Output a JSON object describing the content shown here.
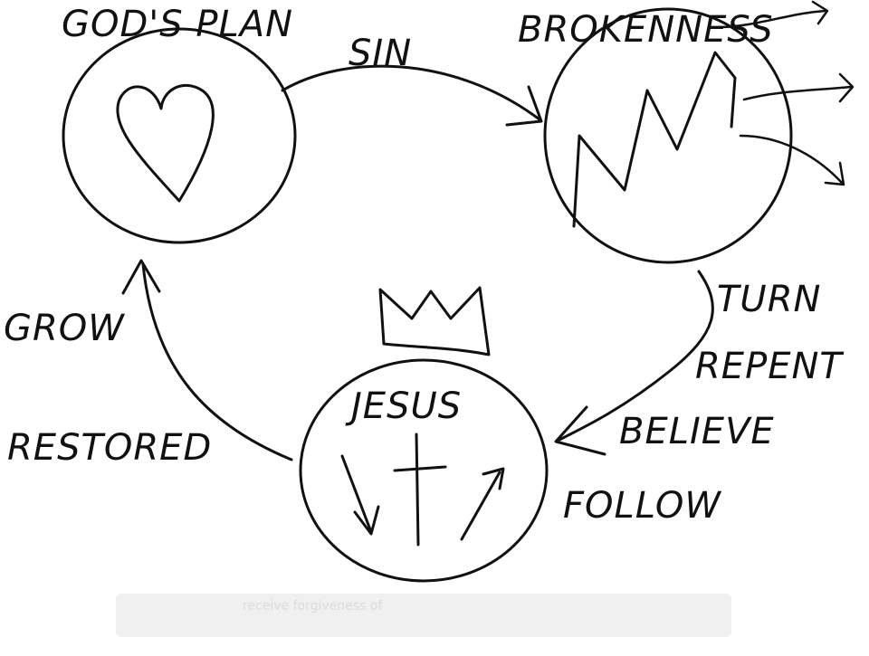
{
  "diagram": {
    "nodes": {
      "gods_plan": {
        "label": "GOD'S PLAN",
        "icon": "heart-icon"
      },
      "brokenness": {
        "label": "BROKENNESS",
        "icon": "zigzag-icon"
      },
      "jesus": {
        "label": "JESUS",
        "icon": "cross-icon"
      }
    },
    "edges": {
      "sin": {
        "label": "SIN"
      },
      "turn_steps": [
        "TURN",
        "REPENT",
        "BELIEVE",
        "FOLLOW"
      ],
      "return_labels": [
        "GROW",
        "RESTORED"
      ]
    },
    "footer_faint_text": "receive forgiveness of"
  }
}
